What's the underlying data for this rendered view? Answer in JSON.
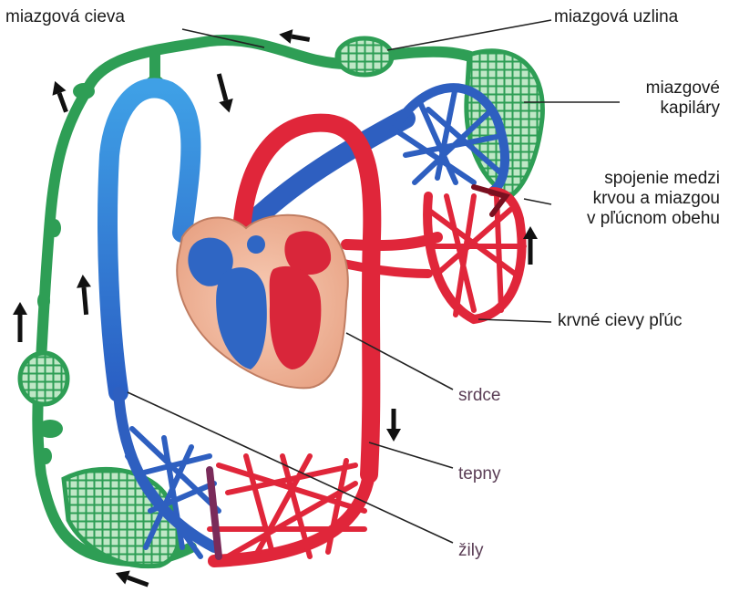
{
  "labels": {
    "lymph_vessel": "miazgová cieva",
    "lymph_node": "miazgová uzlina",
    "lymph_capillaries": [
      "miazgové",
      "kapiláry"
    ],
    "connection": [
      "spojenie medzi",
      "krvou a miazgou",
      "v pľúcnom obehu"
    ],
    "lung_vessels": "krvné cievy pľúc",
    "heart": "srdce",
    "arteries": "tepny",
    "veins": "žily"
  },
  "colors": {
    "lymph_green": "#2e9e55",
    "lymph_light": "#8fd19e",
    "vein_blue": "#2c63c6",
    "vein_light": "#3f93dd",
    "artery_red": "#e0263a",
    "heart_skin": "#f2b79a",
    "arrow": "#111111",
    "leader_line": "#222222"
  },
  "icons": [
    "flow-arrow-icon"
  ]
}
